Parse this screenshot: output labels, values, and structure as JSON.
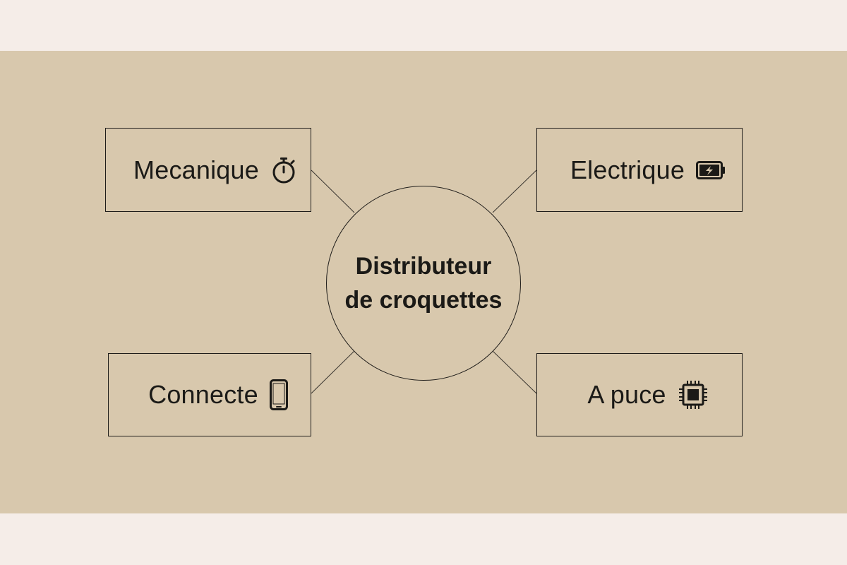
{
  "diagram": {
    "center": {
      "line1": "Distributeur",
      "line2": "de croquettes"
    },
    "branches": [
      {
        "label": "Mecanique",
        "icon": "stopwatch-icon"
      },
      {
        "label": "Electrique",
        "icon": "battery-icon"
      },
      {
        "label": "Connecte",
        "icon": "smartphone-icon"
      },
      {
        "label": "A puce",
        "icon": "microchip-icon"
      }
    ]
  },
  "colors": {
    "background": "#f5ede8",
    "panel": "#d8c8ad",
    "stroke": "#1f1d1a",
    "text": "#1b1a17"
  }
}
